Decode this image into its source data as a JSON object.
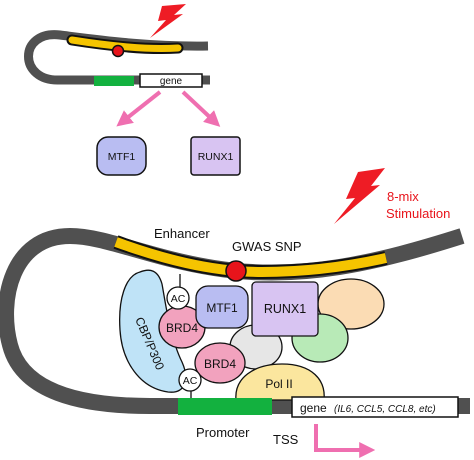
{
  "top_panel": {
    "gene_label": "gene",
    "tf_left": "MTF1",
    "tf_right": "RUNX1"
  },
  "main_panel": {
    "stimulation_line1": "8-mix",
    "stimulation_line2": "Stimulation",
    "enhancer_label": "Enhancer",
    "snp_label": "GWAS SNP",
    "cbp_label": "CBP/P300",
    "ac_label": "AC",
    "brd4_label": "BRD4",
    "mtf1_label": "MTF1",
    "runx1_label": "RUNX1",
    "pol2_label": "Pol II",
    "promoter_label": "Promoter",
    "tss_label": "TSS",
    "gene_word": "gene",
    "gene_list": "(IL6, CCL5, CCL8, etc)"
  },
  "colors": {
    "dna": "#505050",
    "enhancer": "#f5c400",
    "snp": "#e8141b",
    "promoter": "#13b13f",
    "lightning": "#ee1c25",
    "arrow_pink": "#ef6fb0",
    "mtf1": "#b9bdf2",
    "runx1": "#d8c4f2",
    "cbp": "#bfe3f7",
    "brd4": "#f2a2be",
    "pol2": "#fbe69e",
    "peach": "#fbdcb4",
    "green_blob": "#b8eab7",
    "grey_blob": "#e6e6e6"
  }
}
